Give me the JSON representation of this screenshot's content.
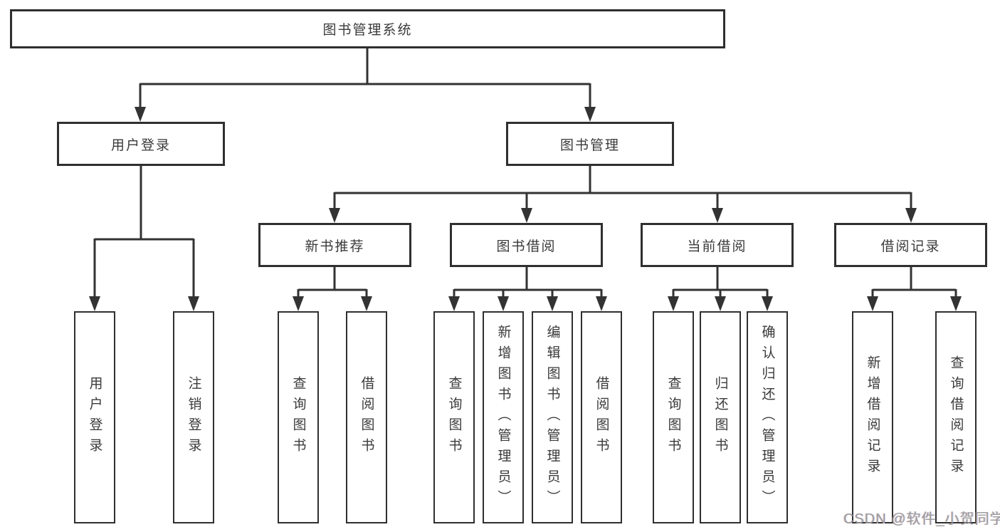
{
  "diagram": {
    "title": "图书管理系统",
    "branches": {
      "user_login": {
        "label": "用户登录",
        "children": [
          "用户登录",
          "注销登录"
        ]
      },
      "book_mgmt": {
        "label": "图书管理",
        "sections": [
          {
            "label": "新书推荐",
            "children": [
              "查询图书",
              "借阅图书"
            ]
          },
          {
            "label": "图书借阅",
            "children": [
              "查询图书",
              "新增图书（管理员）",
              "编辑图书（管理员）",
              "借阅图书"
            ]
          },
          {
            "label": "当前借阅",
            "children": [
              "查询图书",
              "归还图书",
              "确认归还（管理员）"
            ]
          },
          {
            "label": "借阅记录",
            "children": [
              "新增借阅记录",
              "查询借阅记录"
            ]
          }
        ]
      }
    }
  },
  "watermark": "CSDN @软件_小贺同学",
  "colors": {
    "line": "#333333",
    "box_border": "#2f2f2f",
    "text": "#3a3a3a",
    "background": "#ffffff",
    "watermark": "#9b9b9b"
  }
}
